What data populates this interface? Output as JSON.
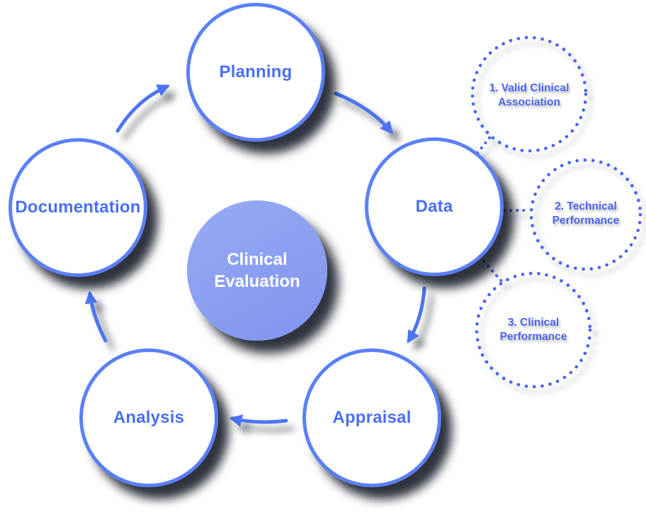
{
  "center": {
    "label": "Clinical Evaluation"
  },
  "stages": [
    {
      "id": "planning",
      "label": "Planning"
    },
    {
      "id": "data",
      "label": "Data"
    },
    {
      "id": "appraisal",
      "label": "Appraisal"
    },
    {
      "id": "analysis",
      "label": "Analysis"
    },
    {
      "id": "documentation",
      "label": "Documentation"
    }
  ],
  "data_requirements": [
    {
      "label": "1. Valid Clinical Association"
    },
    {
      "label": "2. Technical Performance"
    },
    {
      "label": "3. Clinical Performance"
    }
  ],
  "icons": [
    {
      "name": "cycle-arrow-icon",
      "meaning": "curved arrow showing clockwise process flow"
    },
    {
      "name": "dotted-circle-icon",
      "meaning": "dashed circle for data requirement"
    }
  ],
  "colors": {
    "circle_border": "#5b80f7",
    "circle_fill": "#ffffff",
    "stage_text": "#4a6ff3",
    "arrow": "#4d74f2",
    "dotted_stroke": "#4a63ef",
    "requirement_text": "#4c66ee",
    "center_fill_start": "#98abf4",
    "center_fill_end": "#8093ef",
    "center_text": "#ffffff",
    "shadow": "rgba(3,7,20,0.82)",
    "background": "#ffffff"
  }
}
